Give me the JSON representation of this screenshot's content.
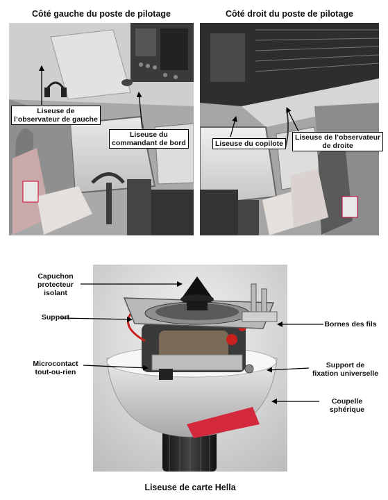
{
  "titles": {
    "left": "Côté gauche du poste de pilotage",
    "right": "Côté droit du poste de pilotage",
    "bottom": "Liseuse de carte Hella"
  },
  "callouts": {
    "left_observer": [
      "Liseuse de",
      "l’observateur de gauche"
    ],
    "captain": [
      "Liseuse du",
      "commandant de bord"
    ],
    "copilot": [
      "Liseuse du copilote"
    ],
    "right_observer": [
      "Liseuse de l’observateur",
      "de droite"
    ]
  },
  "parts": {
    "cap": [
      "Capuchon",
      "protecteur",
      "isolant"
    ],
    "support": [
      "Support"
    ],
    "microcontact": [
      "Microcontact",
      "tout-ou-rien"
    ],
    "wire_terminals": [
      "Bornes des fils"
    ],
    "universal_mount": [
      "Support de",
      "fixation universelle"
    ],
    "spherical_cup": [
      "Coupelle",
      "sphérique"
    ]
  },
  "colors": {
    "line": "#000000",
    "callout_bg": "#ffffff",
    "photo_dark": "#2a2a2a",
    "photo_light": "#d9d9d9",
    "accent_red": "#d4283c"
  }
}
